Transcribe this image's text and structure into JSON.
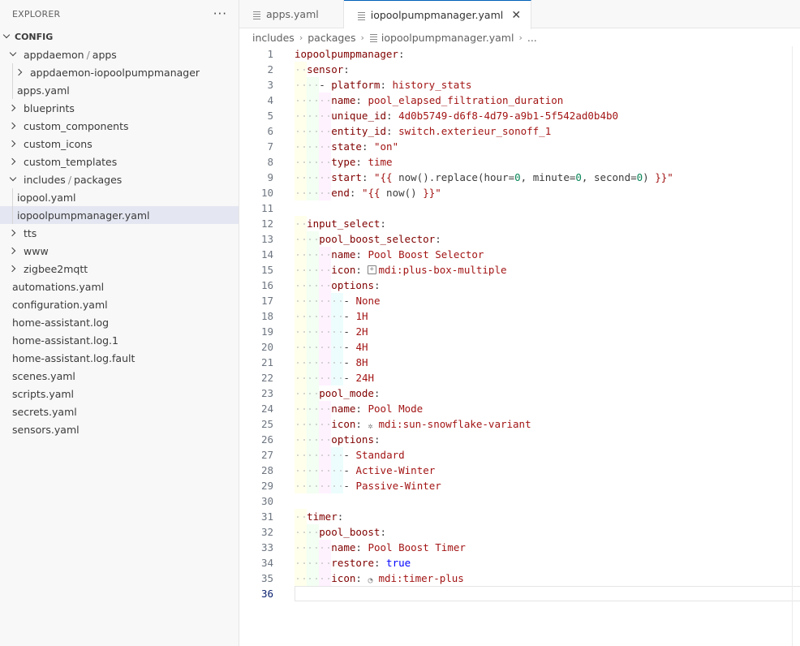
{
  "explorer": {
    "title": "EXPLORER",
    "more": "···",
    "root": "CONFIG",
    "items": [
      {
        "label": "appdaemon",
        "label2": "apps",
        "kind": "folder",
        "state": "open",
        "depth": 1
      },
      {
        "label": "appdaemon-iopoolpumpmanager",
        "kind": "folder",
        "state": "closed",
        "depth": 2
      },
      {
        "label": "apps.yaml",
        "kind": "file",
        "depth": 2
      },
      {
        "label": "blueprints",
        "kind": "folder",
        "state": "closed",
        "depth": 1
      },
      {
        "label": "custom_components",
        "kind": "folder",
        "state": "closed",
        "depth": 1
      },
      {
        "label": "custom_icons",
        "kind": "folder",
        "state": "closed",
        "depth": 1
      },
      {
        "label": "custom_templates",
        "kind": "folder",
        "state": "closed",
        "depth": 1
      },
      {
        "label": "includes",
        "label2": "packages",
        "kind": "folder",
        "state": "open",
        "depth": 1
      },
      {
        "label": "iopool.yaml",
        "kind": "file",
        "depth": 2
      },
      {
        "label": "iopoolpumpmanager.yaml",
        "kind": "file",
        "depth": 2,
        "selected": true
      },
      {
        "label": "tts",
        "kind": "folder",
        "state": "closed",
        "depth": 1
      },
      {
        "label": "www",
        "kind": "folder",
        "state": "closed",
        "depth": 1
      },
      {
        "label": "zigbee2mqtt",
        "kind": "folder",
        "state": "closed",
        "depth": 1
      },
      {
        "label": "automations.yaml",
        "kind": "file",
        "depth": 1
      },
      {
        "label": "configuration.yaml",
        "kind": "file",
        "depth": 1
      },
      {
        "label": "home-assistant.log",
        "kind": "file",
        "depth": 1
      },
      {
        "label": "home-assistant.log.1",
        "kind": "file",
        "depth": 1
      },
      {
        "label": "home-assistant.log.fault",
        "kind": "file",
        "depth": 1
      },
      {
        "label": "scenes.yaml",
        "kind": "file",
        "depth": 1
      },
      {
        "label": "scripts.yaml",
        "kind": "file",
        "depth": 1
      },
      {
        "label": "secrets.yaml",
        "kind": "file",
        "depth": 1
      },
      {
        "label": "sensors.yaml",
        "kind": "file",
        "depth": 1
      }
    ]
  },
  "tabs": [
    {
      "label": "apps.yaml",
      "active": false
    },
    {
      "label": "iopoolpumpmanager.yaml",
      "active": true,
      "close": "✕"
    }
  ],
  "breadcrumb": [
    "includes",
    "packages",
    "iopoolpumpmanager.yaml",
    "..."
  ],
  "editor": {
    "current_line": 36,
    "lines": [
      {
        "ind": 0,
        "t": [
          [
            "k",
            "iopoolpumpmanager"
          ],
          [
            "p",
            ":"
          ]
        ]
      },
      {
        "ind": 1,
        "t": [
          [
            "k",
            "sensor"
          ],
          [
            "p",
            ":"
          ]
        ]
      },
      {
        "ind": 2,
        "t": [
          [
            "p",
            "- "
          ],
          [
            "k",
            "platform"
          ],
          [
            "p",
            ": "
          ],
          [
            "s",
            "history_stats"
          ]
        ]
      },
      {
        "ind": 3,
        "t": [
          [
            "k",
            "name"
          ],
          [
            "p",
            ": "
          ],
          [
            "s",
            "pool_elapsed_filtration_duration"
          ]
        ]
      },
      {
        "ind": 3,
        "t": [
          [
            "k",
            "unique_id"
          ],
          [
            "p",
            ": "
          ],
          [
            "s",
            "4d0b5749-d6f8-4d79-a9b1-5f542ad0b4b0"
          ]
        ]
      },
      {
        "ind": 3,
        "t": [
          [
            "k",
            "entity_id"
          ],
          [
            "p",
            ": "
          ],
          [
            "s",
            "switch.exterieur_sonoff_1"
          ]
        ]
      },
      {
        "ind": 3,
        "t": [
          [
            "k",
            "state"
          ],
          [
            "p",
            ": "
          ],
          [
            "s",
            "\"on\""
          ]
        ]
      },
      {
        "ind": 3,
        "t": [
          [
            "k",
            "type"
          ],
          [
            "p",
            ": "
          ],
          [
            "s",
            "time"
          ]
        ]
      },
      {
        "ind": 3,
        "t": [
          [
            "k",
            "start"
          ],
          [
            "p",
            ": "
          ],
          [
            "s",
            "\"{{ "
          ],
          [
            "p",
            "now().replace(hour="
          ],
          [
            "n",
            "0"
          ],
          [
            "p",
            ", minute="
          ],
          [
            "n",
            "0"
          ],
          [
            "p",
            ", second="
          ],
          [
            "n",
            "0"
          ],
          [
            "p",
            ")"
          ],
          [
            "s",
            " }}\""
          ]
        ]
      },
      {
        "ind": 3,
        "t": [
          [
            "k",
            "end"
          ],
          [
            "p",
            ": "
          ],
          [
            "s",
            "\"{{ "
          ],
          [
            "p",
            "now()"
          ],
          [
            "s",
            " }}\""
          ]
        ]
      },
      {
        "ind": 0,
        "t": []
      },
      {
        "ind": 1,
        "t": [
          [
            "k",
            "input_select"
          ],
          [
            "p",
            ":"
          ]
        ]
      },
      {
        "ind": 2,
        "t": [
          [
            "k",
            "pool_boost_selector"
          ],
          [
            "p",
            ":"
          ]
        ]
      },
      {
        "ind": 3,
        "t": [
          [
            "k",
            "name"
          ],
          [
            "p",
            ": "
          ],
          [
            "s",
            "Pool Boost Selector"
          ]
        ]
      },
      {
        "ind": 3,
        "t": [
          [
            "k",
            "icon"
          ],
          [
            "p",
            ": "
          ],
          [
            "icon",
            "plus-box-multiple-icon"
          ],
          [
            "s",
            "mdi:plus-box-multiple"
          ]
        ]
      },
      {
        "ind": 3,
        "t": [
          [
            "k",
            "options"
          ],
          [
            "p",
            ":"
          ]
        ]
      },
      {
        "ind": 4,
        "t": [
          [
            "p",
            "- "
          ],
          [
            "s",
            "None"
          ]
        ]
      },
      {
        "ind": 4,
        "t": [
          [
            "p",
            "- "
          ],
          [
            "s",
            "1H"
          ]
        ]
      },
      {
        "ind": 4,
        "t": [
          [
            "p",
            "- "
          ],
          [
            "s",
            "2H"
          ]
        ]
      },
      {
        "ind": 4,
        "t": [
          [
            "p",
            "- "
          ],
          [
            "s",
            "4H"
          ]
        ]
      },
      {
        "ind": 4,
        "t": [
          [
            "p",
            "- "
          ],
          [
            "s",
            "8H"
          ]
        ]
      },
      {
        "ind": 4,
        "t": [
          [
            "p",
            "- "
          ],
          [
            "s",
            "24H"
          ]
        ]
      },
      {
        "ind": 2,
        "t": [
          [
            "k",
            "pool_mode"
          ],
          [
            "p",
            ":"
          ]
        ]
      },
      {
        "ind": 3,
        "t": [
          [
            "k",
            "name"
          ],
          [
            "p",
            ": "
          ],
          [
            "s",
            "Pool Mode"
          ]
        ]
      },
      {
        "ind": 3,
        "t": [
          [
            "k",
            "icon"
          ],
          [
            "p",
            ": "
          ],
          [
            "icon",
            "sun-snowflake-variant-icon"
          ],
          [
            "s",
            "mdi:sun-snowflake-variant"
          ]
        ]
      },
      {
        "ind": 3,
        "t": [
          [
            "k",
            "options"
          ],
          [
            "p",
            ":"
          ]
        ]
      },
      {
        "ind": 4,
        "t": [
          [
            "p",
            "- "
          ],
          [
            "s",
            "Standard"
          ]
        ]
      },
      {
        "ind": 4,
        "t": [
          [
            "p",
            "- "
          ],
          [
            "s",
            "Active-Winter"
          ]
        ]
      },
      {
        "ind": 4,
        "t": [
          [
            "p",
            "- "
          ],
          [
            "s",
            "Passive-Winter"
          ]
        ]
      },
      {
        "ind": 0,
        "t": []
      },
      {
        "ind": 1,
        "t": [
          [
            "k",
            "timer"
          ],
          [
            "p",
            ":"
          ]
        ]
      },
      {
        "ind": 2,
        "t": [
          [
            "k",
            "pool_boost"
          ],
          [
            "p",
            ":"
          ]
        ]
      },
      {
        "ind": 3,
        "t": [
          [
            "k",
            "name"
          ],
          [
            "p",
            ": "
          ],
          [
            "s",
            "Pool Boost Timer"
          ]
        ]
      },
      {
        "ind": 3,
        "t": [
          [
            "k",
            "restore"
          ],
          [
            "p",
            ": "
          ],
          [
            "b",
            "true"
          ]
        ]
      },
      {
        "ind": 3,
        "t": [
          [
            "k",
            "icon"
          ],
          [
            "p",
            ": "
          ],
          [
            "icon",
            "timer-plus-icon"
          ],
          [
            "s",
            "mdi:timer-plus"
          ]
        ]
      },
      {
        "ind": 0,
        "t": []
      }
    ]
  }
}
